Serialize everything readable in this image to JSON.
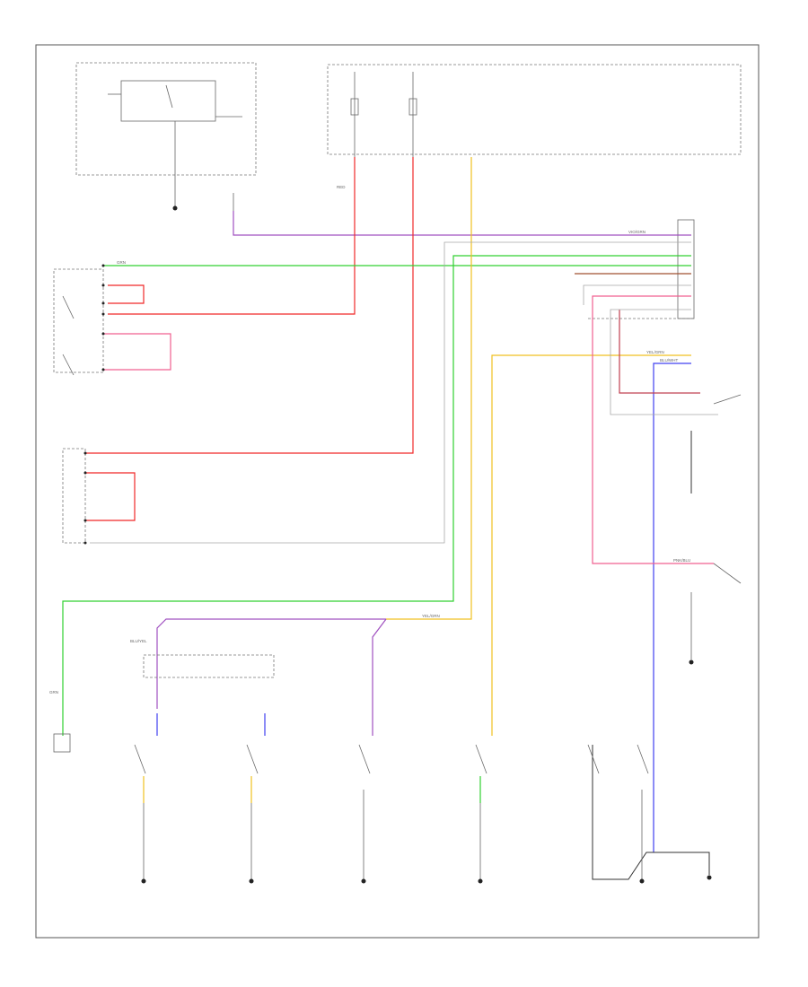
{
  "diagram": {
    "page_marker": "",
    "colors": {
      "red": "#f02828",
      "pink": "#f06090",
      "green": "#30d030",
      "yellow": "#f0c020",
      "violet": "#a050c0",
      "blue": "#4040f0",
      "brown": "#a05030",
      "gray": "#a8a8a8",
      "black": "#333333"
    },
    "wire_labels": {
      "violet_top": "VIO/GRN",
      "green_main": "GRN",
      "yellow_right": "YEL/GRN",
      "blue_right": "BLU/WHT",
      "pink_right": "PNK/BLU",
      "red_mid": "RED",
      "yel_vertical": "YEL/GRN",
      "blu_yel": "BLU/YEL",
      "grn_left": "GRN"
    },
    "icons": [
      "ground-icon",
      "switch-icon",
      "connector-icon"
    ]
  }
}
